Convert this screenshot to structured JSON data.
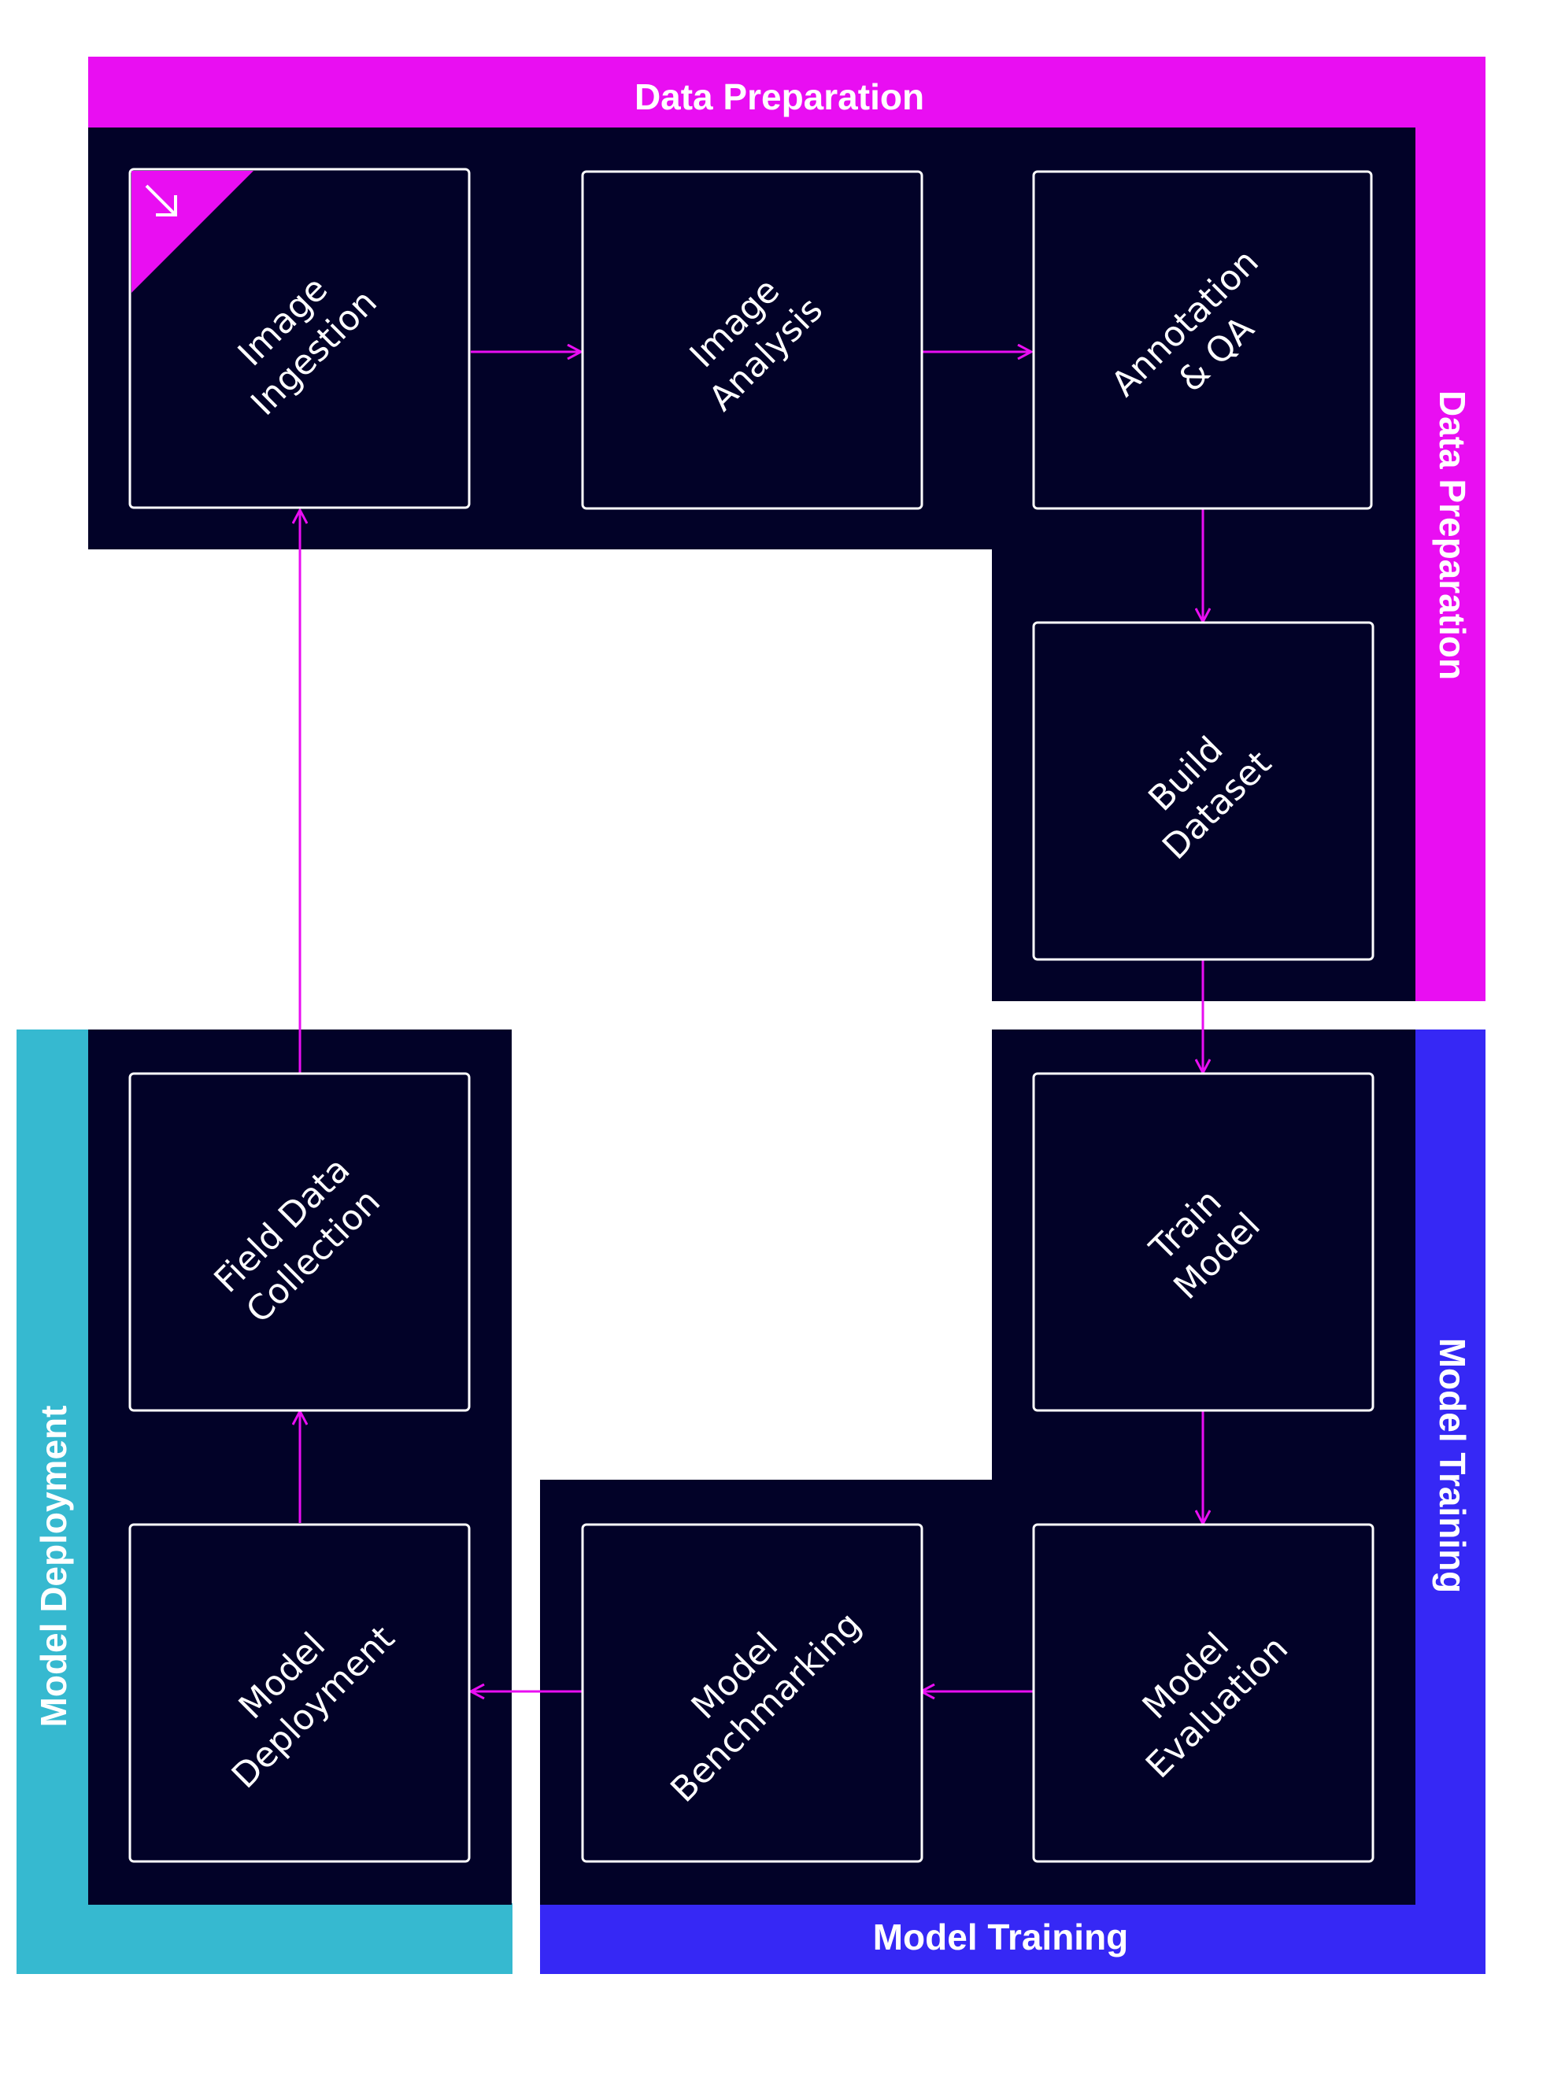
{
  "colors": {
    "background": "#ffffff",
    "panel": "#020228",
    "data_preparation": "#e90ef2",
    "model_training": "#3628f5",
    "model_deployment": "#36b9d0",
    "node_border": "#ffffff",
    "arrow": "#e90ef2"
  },
  "sections": {
    "data_preparation": {
      "top_label": "Data Preparation",
      "side_label": "Data Preparation"
    },
    "model_training": {
      "side_label": "Model Training",
      "bottom_label": "Model Training"
    },
    "model_deployment": {
      "side_label": "Model Deployment"
    }
  },
  "nodes": {
    "image_ingestion": {
      "line1": "Image",
      "line2": "Ingestion",
      "icon": "arrow-down-right-icon"
    },
    "image_analysis": {
      "line1": "Image",
      "line2": "Analysis"
    },
    "annotation_qa": {
      "line1": "Annotation",
      "line2": "& QA"
    },
    "build_dataset": {
      "line1": "Build",
      "line2": "Dataset"
    },
    "train_model": {
      "line1": "Train",
      "line2": "Model"
    },
    "model_evaluation": {
      "line1": "Model",
      "line2": "Evaluation"
    },
    "model_benchmarking": {
      "line1": "Model",
      "line2": "Benchmarking"
    },
    "model_deployment": {
      "line1": "Model",
      "line2": "Deployment"
    },
    "field_data_collection": {
      "line1": "Field Data",
      "line2": "Collection"
    }
  }
}
